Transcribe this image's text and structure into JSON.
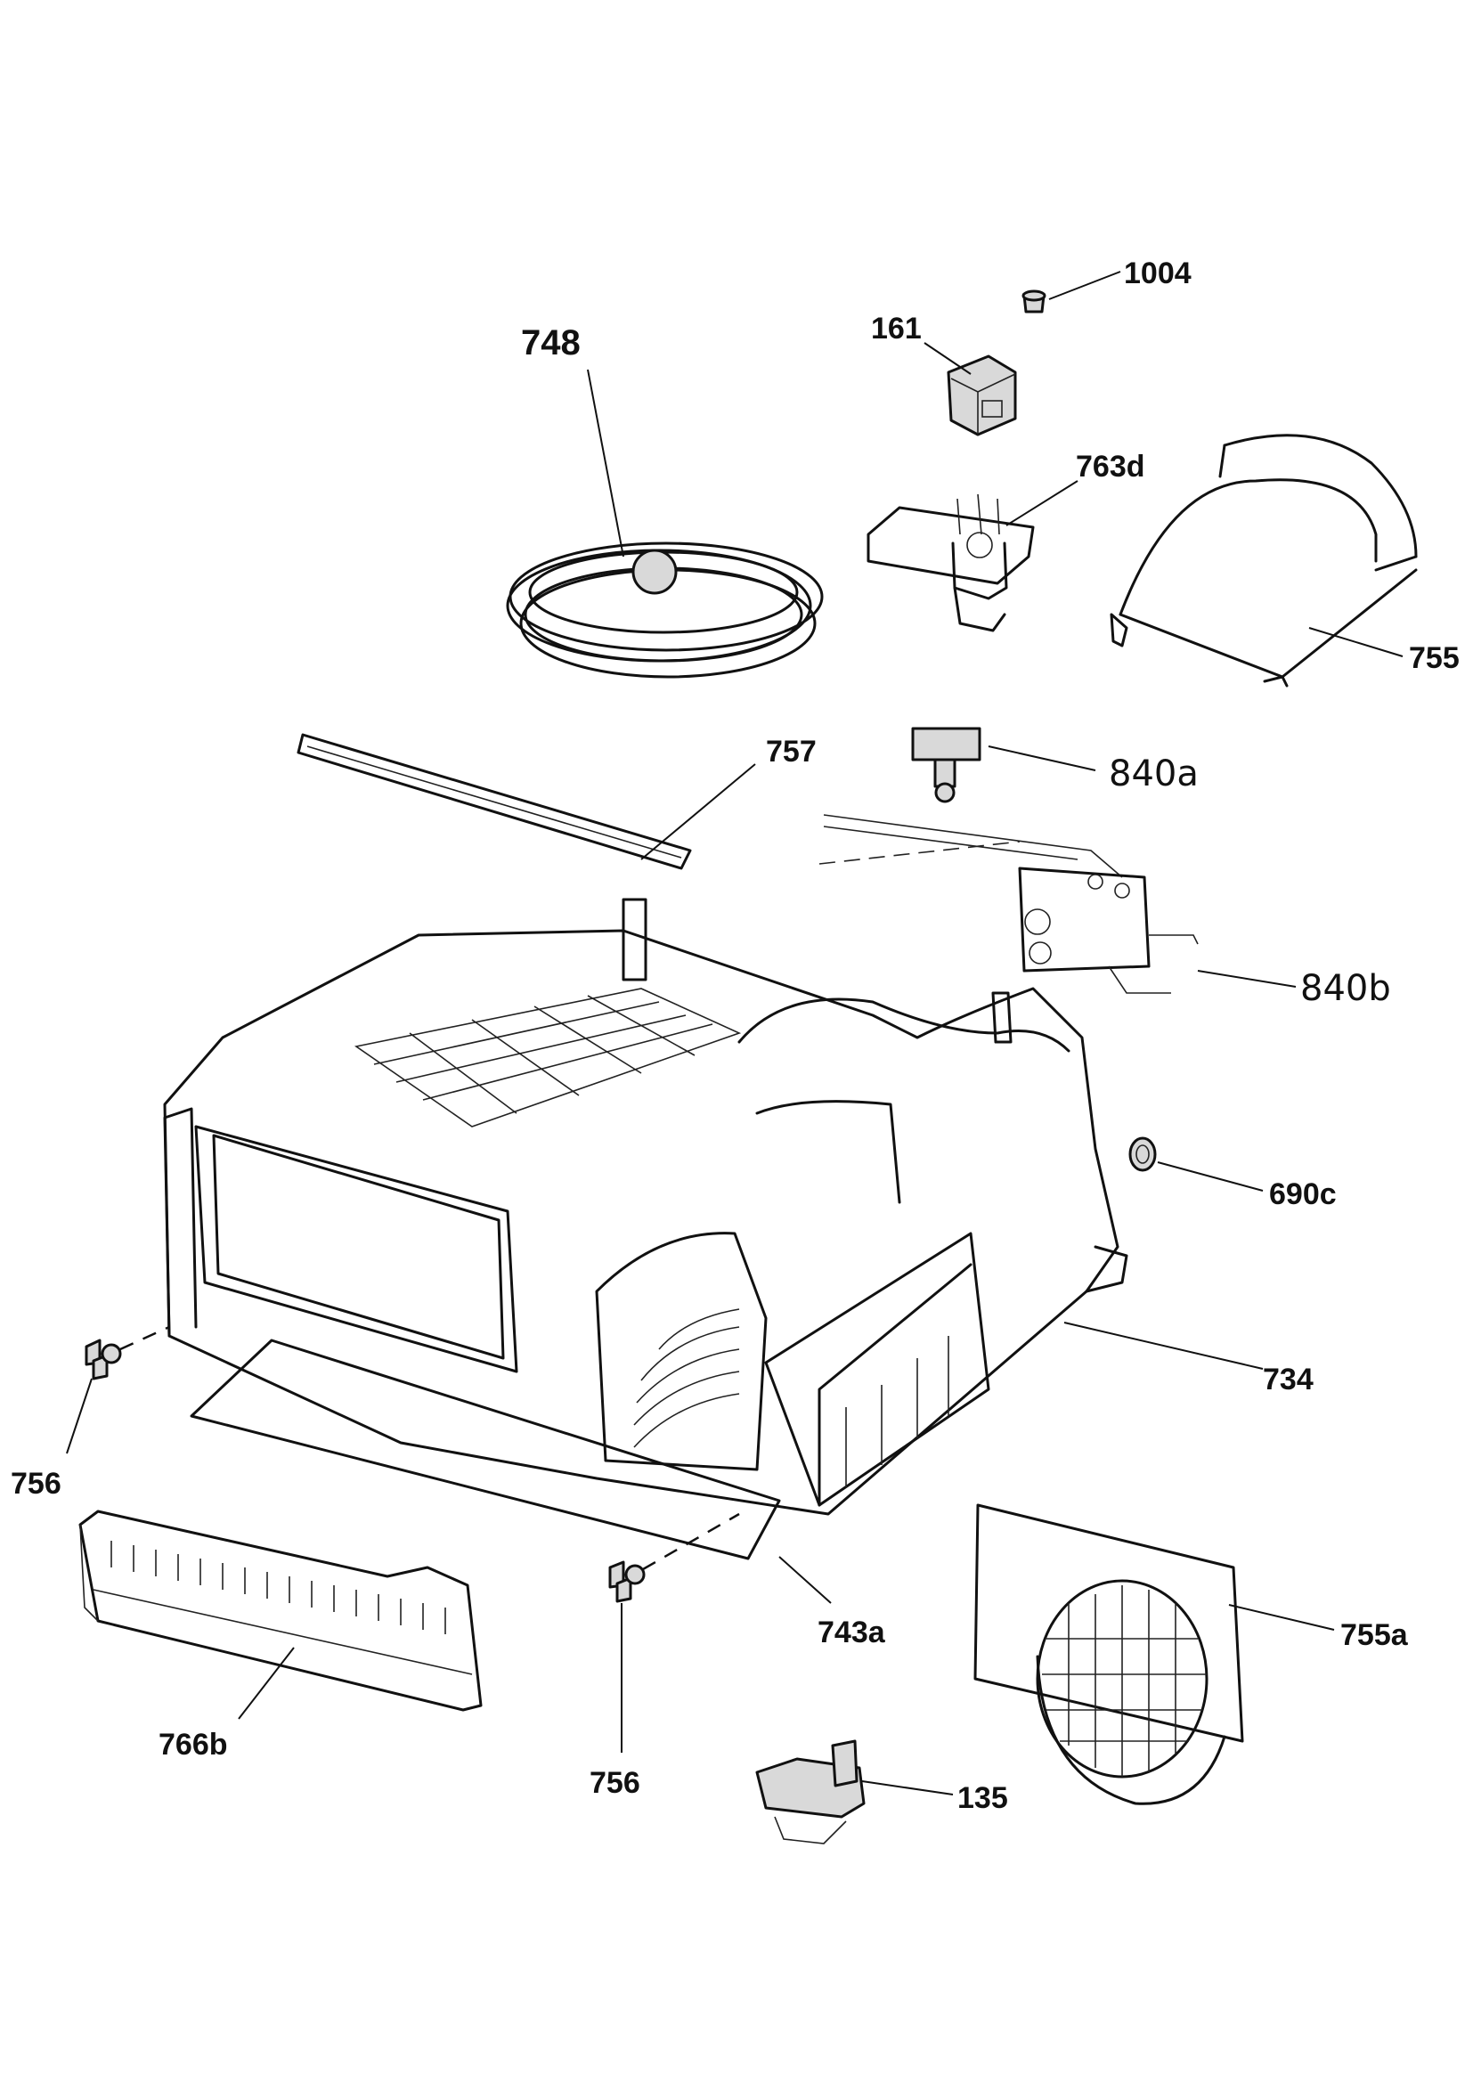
{
  "labels": {
    "p1004": "1004",
    "p161": "161",
    "p748": "748",
    "p763d": "763d",
    "p755": "755",
    "p757": "757",
    "p840a": "840a",
    "p840b": "840b",
    "p690c": "690c",
    "p734": "734",
    "p756_left": "756",
    "p743a": "743a",
    "p755a": "755a",
    "p766b": "766b",
    "p756_bottom": "756",
    "p135": "135"
  }
}
